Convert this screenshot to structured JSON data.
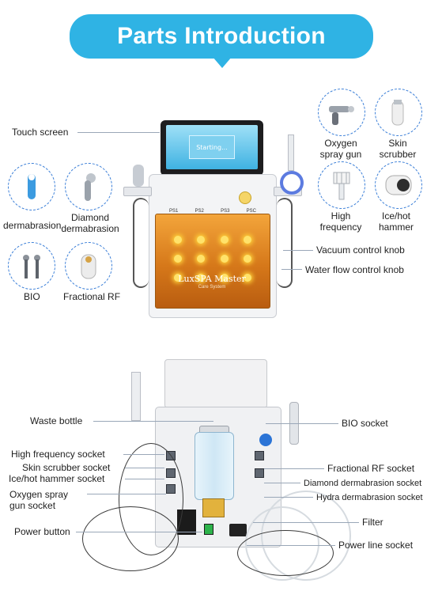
{
  "title": "Parts Introduction",
  "colors": {
    "banner": "#2fb3e4",
    "accessory_ring": "#3b7fd8",
    "panel_orange": "#e08a24"
  },
  "machine": {
    "screen_text": "Starting...",
    "ports": [
      "PS1",
      "PS2",
      "PS3",
      "PSC"
    ],
    "brand": "LuxSPA Master",
    "brand_sub": "Care System"
  },
  "top_labels": {
    "touch_screen": "Touch screen",
    "dermabrasion": "dermabrasion",
    "diamond_dermabrasion": "Diamond dermabrasion",
    "bio": "BIO",
    "fractional_rf": "Fractional RF",
    "oxygen_spray_gun": "Oxygen spray gun",
    "skin_scrubber": "Skin scrubber",
    "high_frequency": "High frequency",
    "ice_hot_hammer": "Ice/hot hammer",
    "vacuum_control_knob": "Vacuum control knob",
    "water_flow_control_knob": "Water flow control knob"
  },
  "bottom_labels": {
    "waste_bottle": "Waste bottle",
    "high_frequency_socket": "High frequency socket",
    "skin_scrubber_socket": "Skin scrubber socket",
    "ice_hot_hammer_socket": "Ice/hot hammer socket",
    "oxygen_spray_gun_socket": "Oxygen spray gun socket",
    "power_button": "Power button",
    "bio_socket": "BIO socket",
    "fractional_rf_socket": "Fractional RF socket",
    "diamond_dermabrasion_socket": "Diamond dermabrasion socket",
    "hydra_dermabrasion_socket": "Hydra dermabrasion socket",
    "filter": "Filter",
    "power_line_socket": "Power line socket"
  }
}
